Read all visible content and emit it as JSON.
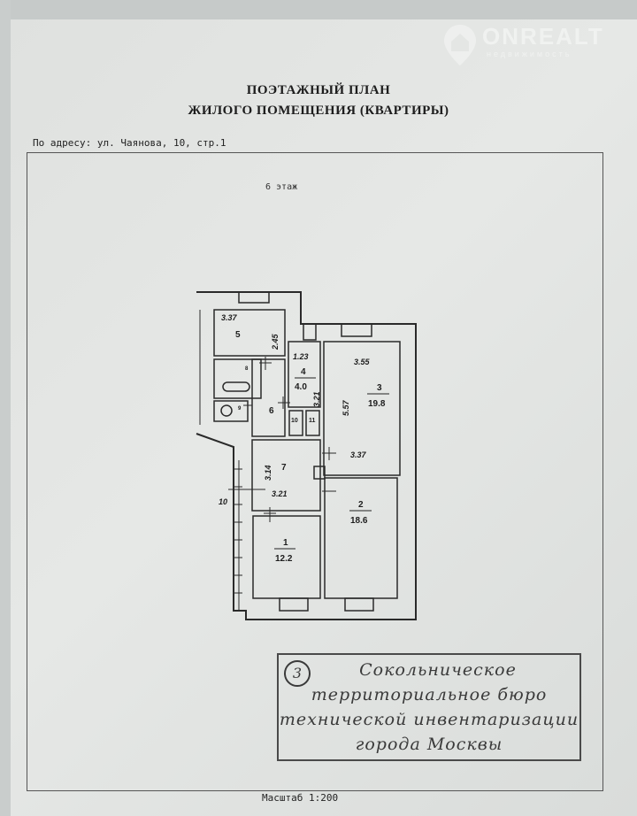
{
  "watermark": {
    "name": "ONREALT",
    "subtitle": "недвижимость"
  },
  "header": {
    "title_line1": "ПОЭТАЖНЫЙ ПЛАН",
    "title_line2": "ЖИЛОГО ПОМЕЩЕНИЯ (КВАРТИРЫ)",
    "address": "По адресу: ул. Чаянова, 10, стр.1"
  },
  "floor_label": "6 этаж",
  "rooms": [
    {
      "number": "1",
      "area": "12.2"
    },
    {
      "number": "2",
      "area": "18.6"
    },
    {
      "number": "3",
      "area": "19.8"
    },
    {
      "number": "4",
      "area": "4.0"
    },
    {
      "number": "5"
    },
    {
      "number": "6"
    },
    {
      "number": "7"
    },
    {
      "number": "8"
    },
    {
      "number": "9"
    },
    {
      "number": "10"
    },
    {
      "number": "11"
    },
    {
      "number": "10"
    }
  ],
  "dimensions": [
    "3.37",
    "2.45",
    "1.23",
    "3.21",
    "3.55",
    "5.57",
    "3.37",
    "3.14",
    "3.21"
  ],
  "stamp": {
    "number": "3",
    "lines": [
      "Сокольническое",
      "территориальное бюро",
      "технической инвентаризации",
      "города Москвы"
    ]
  },
  "footer": {
    "scale": "Масштаб 1:200"
  }
}
